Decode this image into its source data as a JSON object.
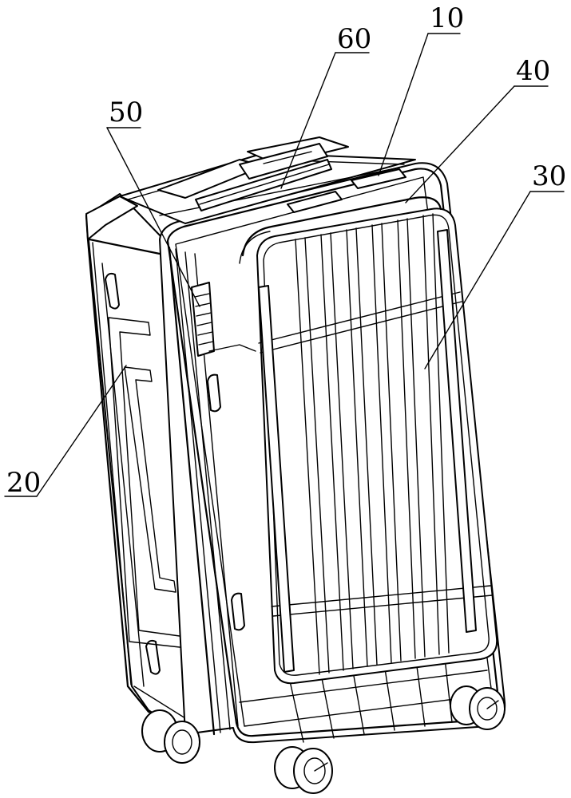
{
  "figure": {
    "labels": {
      "l10": "10",
      "l20": "20",
      "l30": "30",
      "l40": "40",
      "l50": "50",
      "l60": "60"
    }
  }
}
